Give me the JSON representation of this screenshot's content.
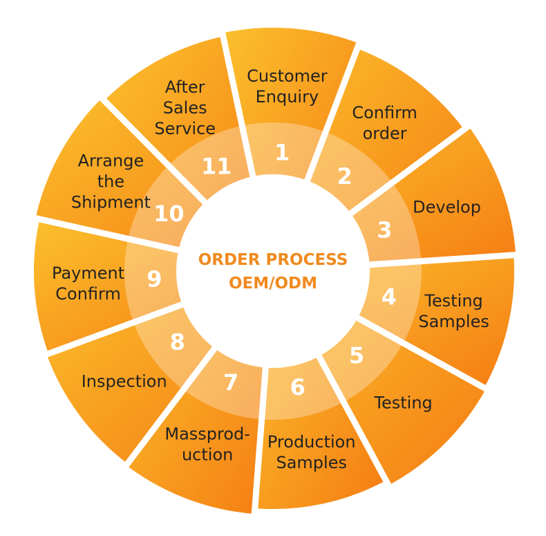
{
  "center": {
    "title_line1": "ORDER PROCESS",
    "title_line2": "OEM/ODM",
    "text_color": "#f08a1e"
  },
  "colors": {
    "outer_light": "#fbc02d",
    "outer_dark": "#f57c13",
    "inner_ring": "rgba(255,255,255,0.30)",
    "divider": "#ffffff",
    "center_fill": "#ffffff"
  },
  "steps": [
    {
      "number": "1",
      "label": [
        "Customer",
        "Enquiry"
      ]
    },
    {
      "number": "2",
      "label": [
        "Confirm",
        "order"
      ]
    },
    {
      "number": "3",
      "label": [
        "Develop"
      ]
    },
    {
      "number": "4",
      "label": [
        "Testing",
        "Samples"
      ]
    },
    {
      "number": "5",
      "label": [
        "Testing"
      ]
    },
    {
      "number": "6",
      "label": [
        "Production",
        "Samples"
      ]
    },
    {
      "number": "7",
      "label": [
        "Massprod-",
        "uction"
      ]
    },
    {
      "number": "8",
      "label": [
        "Inspection"
      ]
    },
    {
      "number": "9",
      "label": [
        "Payment",
        "Confirm"
      ]
    },
    {
      "number": "10",
      "label": [
        "Arrange",
        "the",
        "Shipment"
      ]
    },
    {
      "number": "11",
      "label": [
        "After",
        "Sales",
        "Service"
      ]
    }
  ]
}
